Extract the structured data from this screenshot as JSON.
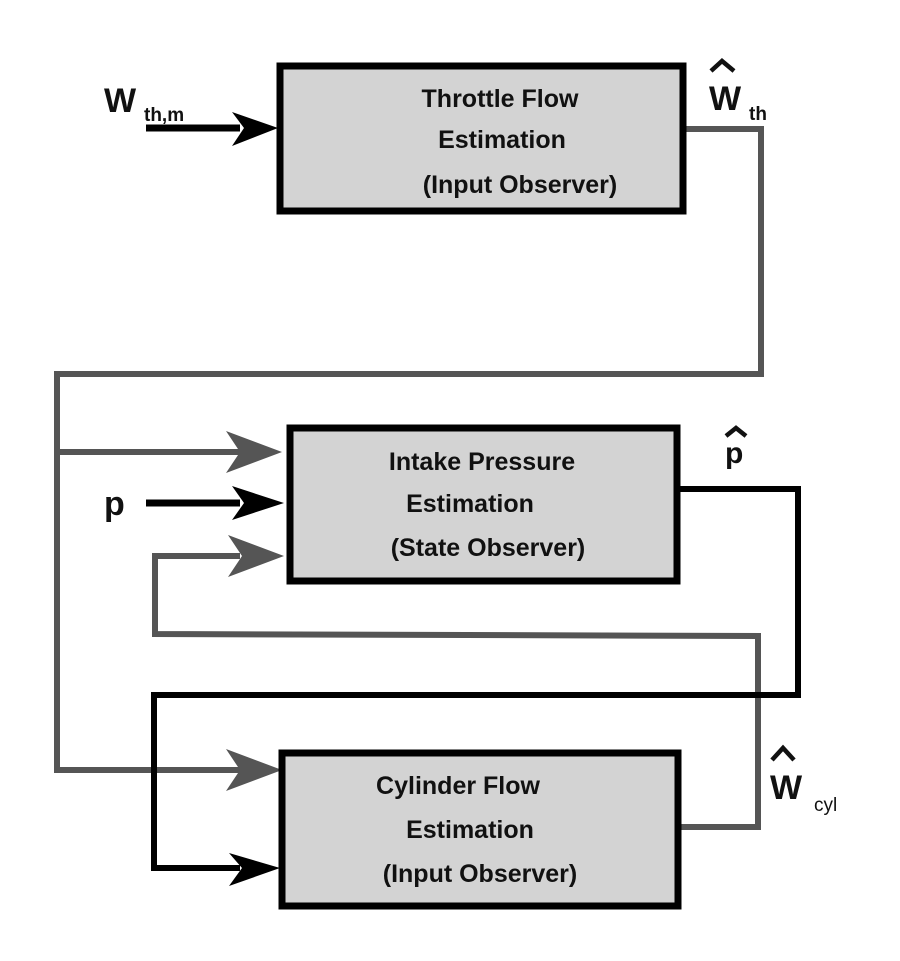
{
  "diagram": {
    "type": "block-diagram",
    "colors": {
      "block_fill": "#d3d3d3",
      "block_border": "#000000",
      "wire_primary": "#000000",
      "wire_secondary": "#555555",
      "background": "#ffffff"
    },
    "blocks": [
      {
        "id": "throttle",
        "lines": [
          "Throttle Flow",
          "Estimation",
          "(Input Observer)"
        ]
      },
      {
        "id": "intake",
        "lines": [
          "Intake Pressure",
          "Estimation",
          "(State Observer)"
        ]
      },
      {
        "id": "cylinder",
        "lines": [
          "Cylinder Flow",
          "Estimation",
          "(Input Observer)"
        ]
      }
    ],
    "signals": {
      "w_th_m": {
        "main": "W",
        "sub": "th,m",
        "hat": false
      },
      "w_th_hat": {
        "main": "W",
        "sub": "th",
        "hat": true
      },
      "p": {
        "main": "p",
        "sub": "",
        "hat": false
      },
      "p_hat": {
        "main": "p",
        "sub": "",
        "hat": true
      },
      "w_cyl_hat": {
        "main": "W",
        "sub": "cyl",
        "hat": true
      }
    },
    "connections": [
      {
        "from": "input w_th,m",
        "to": "Throttle Flow Estimation",
        "color": "black"
      },
      {
        "from": "Throttle Flow Estimation (ŵ_th)",
        "to": "Intake Pressure Estimation",
        "color": "gray"
      },
      {
        "from": "Throttle Flow Estimation (ŵ_th)",
        "to": "Cylinder Flow Estimation",
        "color": "gray"
      },
      {
        "from": "input p",
        "to": "Intake Pressure Estimation",
        "color": "black"
      },
      {
        "from": "Intake Pressure Estimation (p̂)",
        "to": "Cylinder Flow Estimation",
        "color": "black"
      },
      {
        "from": "Cylinder Flow Estimation (ŵ_cyl)",
        "to": "Intake Pressure Estimation",
        "color": "gray"
      }
    ]
  }
}
